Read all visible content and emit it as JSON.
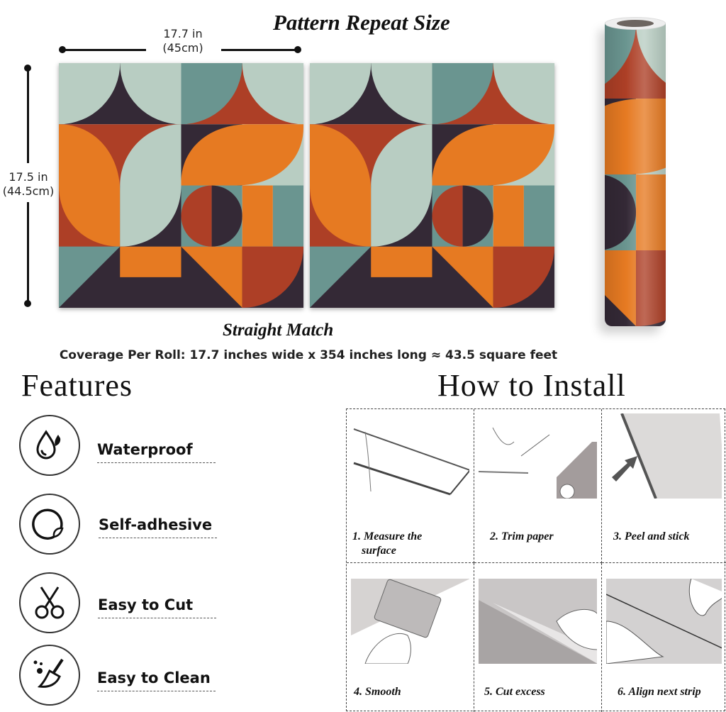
{
  "header": {
    "title": "Pattern Repeat Size"
  },
  "dimensions": {
    "width_in": "17.7 in",
    "width_cm": "(45cm)",
    "height_in": "17.5 in",
    "height_cm": "(44.5cm)"
  },
  "match": {
    "label": "Straight Match",
    "coverage": "Coverage Per Roll: 17.7 inches wide x 354 inches long ≈ 43.5 square feet"
  },
  "palette": {
    "light": "#b8cdc2",
    "teal": "#6a9590",
    "red": "#ad3f26",
    "orange": "#e67a22",
    "dark": "#342936"
  },
  "features": {
    "title": "Features",
    "items": [
      {
        "icon": "water-drop-icon",
        "label": "Waterproof"
      },
      {
        "icon": "sticker-icon",
        "label": "Self-adhesive"
      },
      {
        "icon": "scissors-icon",
        "label": "Easy to Cut"
      },
      {
        "icon": "broom-icon",
        "label": "Easy to Clean"
      }
    ]
  },
  "install": {
    "title": "How to Install",
    "steps": [
      {
        "line1": "1. Measure the",
        "line2": "surface"
      },
      {
        "line1": "2. Trim paper"
      },
      {
        "line1": "3. Peel and stick"
      },
      {
        "line1": "4. Smooth"
      },
      {
        "line1": "5. Cut excess"
      },
      {
        "line1": "6. Align next strip"
      }
    ]
  }
}
